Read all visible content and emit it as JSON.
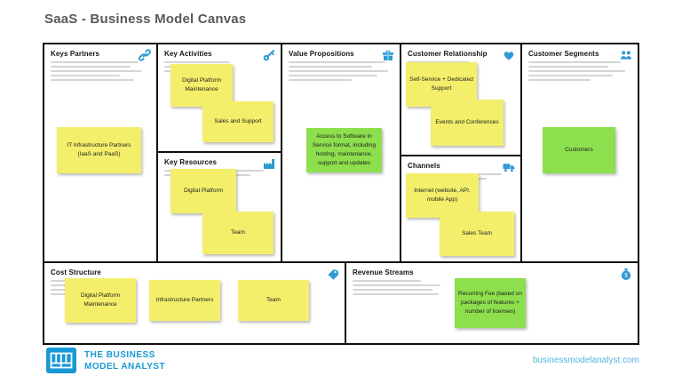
{
  "title": "SaaS - Business Model Canvas",
  "sections": {
    "key_partners": {
      "label": "Keys Partners",
      "icon": "link-icon"
    },
    "key_activities": {
      "label": "Key Activities",
      "icon": "key-icon"
    },
    "key_resources": {
      "label": "Key Resources",
      "icon": "factory-icon"
    },
    "value_propositions": {
      "label": "Value Propositions",
      "icon": "gift-icon"
    },
    "customer_relationship": {
      "label": "Customer Relationship",
      "icon": "heart-icon"
    },
    "channels": {
      "label": "Channels",
      "icon": "truck-icon"
    },
    "customer_segments": {
      "label": "Customer Segments",
      "icon": "people-icon"
    },
    "cost_structure": {
      "label": "Cost Structure",
      "icon": "tag-icon"
    },
    "revenue_streams": {
      "label": "Revenue Streams",
      "icon": "moneybag-icon"
    }
  },
  "notes": {
    "it_infrastructure": "IT Infrastructure Partners (IaaS and PaaS)",
    "digital_platform_maintenance": "Digital Platform Maintenance",
    "sales_and_support": "Sales and Support",
    "digital_platform": "Digital Platform",
    "team": "Team",
    "value_prop": "Access to Software in Service format, including hosting, maintenance, support and updates",
    "self_service": "Self-Service + Dedicated Support",
    "events_conferences": "Events and Conferences",
    "internet": "Internet (website, API, mobile App)",
    "sales_team": "Sales Team",
    "customers": "Customers",
    "cost_digital_platform_maintenance": "Digital Platform Maintenance",
    "cost_infrastructure_partners": "Infrastructure Partners",
    "cost_team": "Team",
    "recurring_fee": "Recurring Fee (based on packages of features + number of licenses)"
  },
  "footer": {
    "brand_line1": "THE BUSINESS",
    "brand_line2": "MODEL ANALYST",
    "website": "businessmodelanalyst.com"
  },
  "colors": {
    "accent_blue": "#2f9ad2",
    "sticky_yellow": "#f3ef6b",
    "sticky_green": "#8ddf4d",
    "brand_blue": "#1899d5"
  }
}
